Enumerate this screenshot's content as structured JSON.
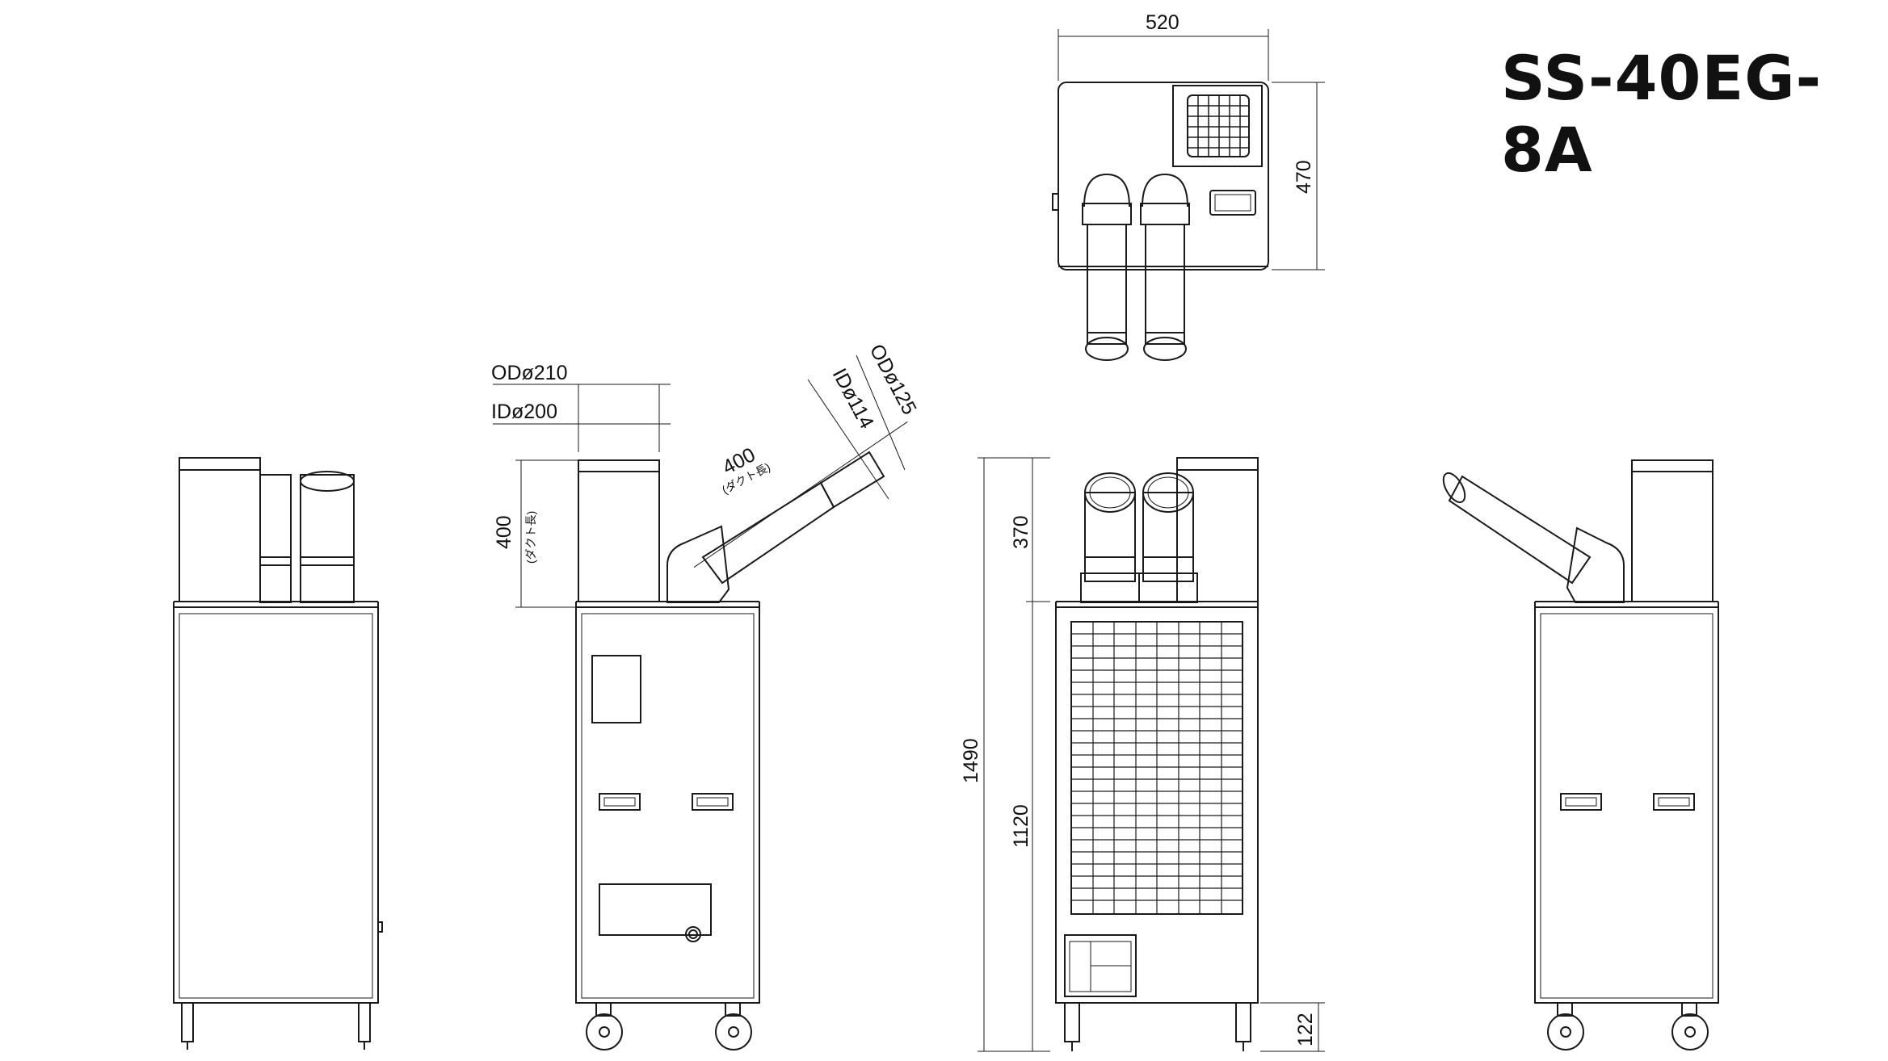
{
  "model": "SS-40EG-8A",
  "dimensions": {
    "width": "520",
    "depth": "470",
    "height_total": "1490",
    "height_duct": "370",
    "height_body": "1120",
    "height_caster": "122",
    "duct_length": "400",
    "duct_length_note": "(ダクト長)",
    "outer_diameter_large": "ODø210",
    "inner_diameter_large": "IDø200",
    "outer_diameter_small": "ODø125",
    "inner_diameter_small": "IDø114",
    "vertical_duct_length": "400",
    "vertical_duct_note": "(ダクト長)"
  },
  "colors": {
    "line": "#1a1a1a"
  }
}
